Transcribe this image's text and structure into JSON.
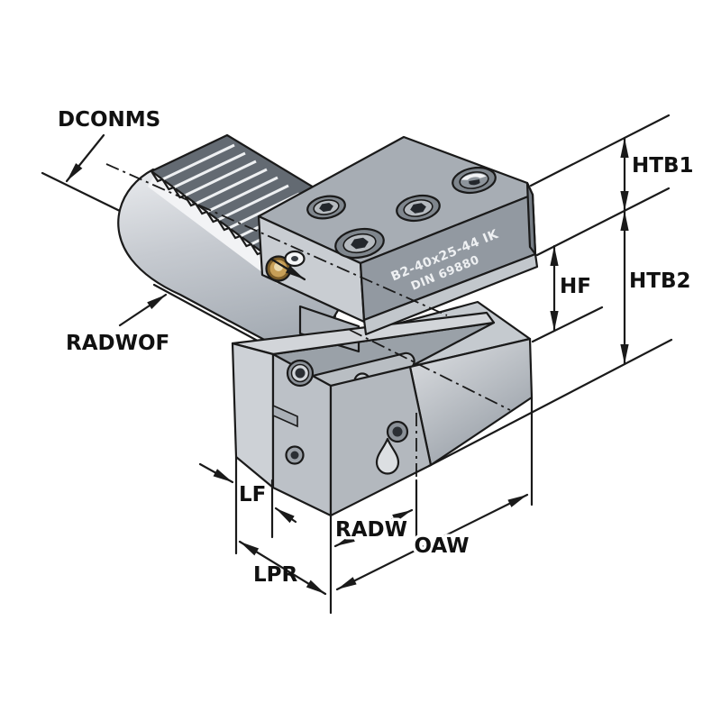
{
  "diagram": {
    "title_meaning": "VDI radial tool holder dimension diagram",
    "dimension_labels": {
      "dconms": "DCONMS",
      "radwof": "RADWOF",
      "htb1": "HTB1",
      "htb2": "HTB2",
      "hf": "HF",
      "lf": "LF",
      "radw": "RADW",
      "oaw": "OAW",
      "lpr": "LPR"
    },
    "engraving": {
      "line1": "B2-40x25-44 IK",
      "line2": "DIN 69880"
    },
    "icons": {
      "coolant": "coolant-drop-icon",
      "serration": "serrated-shank-teeth",
      "centerline": "dash-dot-centerline"
    },
    "colors": {
      "background": "#ffffff",
      "line": "#1a1a1a",
      "body_light": "#cdd1d6",
      "body_mid": "#a7adb4",
      "body_dark": "#9299a1",
      "serration_dark": "#636a72",
      "coolant_gold": "#c79f57",
      "engraving_text": "#eef0f2"
    }
  }
}
